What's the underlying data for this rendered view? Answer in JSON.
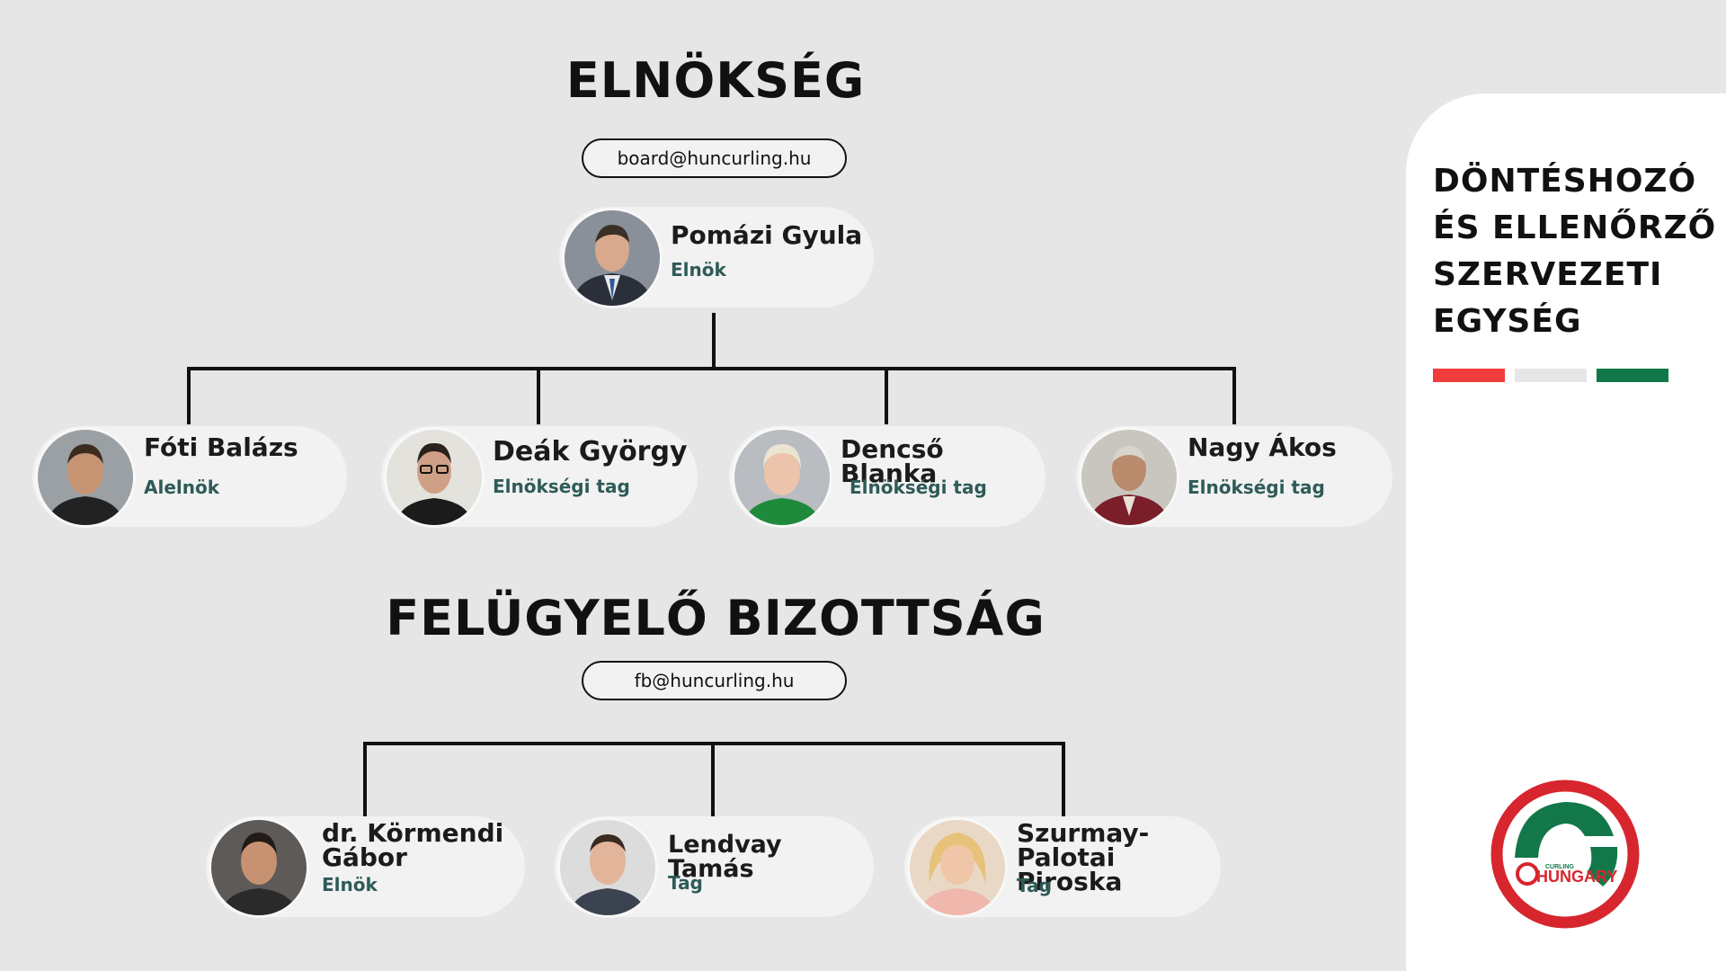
{
  "board": {
    "title": "ELNÖKSÉG",
    "email": "board@huncurling.hu",
    "president": {
      "name": "Pomázi Gyula",
      "role": "Elnök"
    },
    "members": [
      {
        "name": "Fóti Balázs",
        "role": "Alelnök"
      },
      {
        "name": "Deák György",
        "role": "Elnökségi tag"
      },
      {
        "name": "Dencső Blanka",
        "role": "Elnökségi tag"
      },
      {
        "name": "Nagy Ákos",
        "role": "Elnökségi tag"
      }
    ]
  },
  "supervisory": {
    "title": "FELÜGYELŐ BIZOTTSÁG",
    "email": "fb@huncurling.hu",
    "members": [
      {
        "name_line1": "dr. Körmendi",
        "name_line2": "Gábor",
        "role": "Elnök"
      },
      {
        "name": "Lendvay Tamás",
        "role": "Tag"
      },
      {
        "name_line1": "Szurmay-",
        "name_line2": "Palotai Piroska",
        "role": "Tag"
      }
    ]
  },
  "side_panel": {
    "title_lines": [
      "DÖNTÉSHOZÓ",
      "ÉS ELLENŐRZŐ",
      "SZERVEZETI",
      "EGYSÉG"
    ],
    "flag_colors": [
      "#f03c3c",
      "#e6e6e6",
      "#12784a"
    ]
  },
  "logo": {
    "small_text": "CURLING",
    "text": "HUNGARY",
    "ring_color": "#d7262e",
    "stone_color": "#12784a"
  }
}
